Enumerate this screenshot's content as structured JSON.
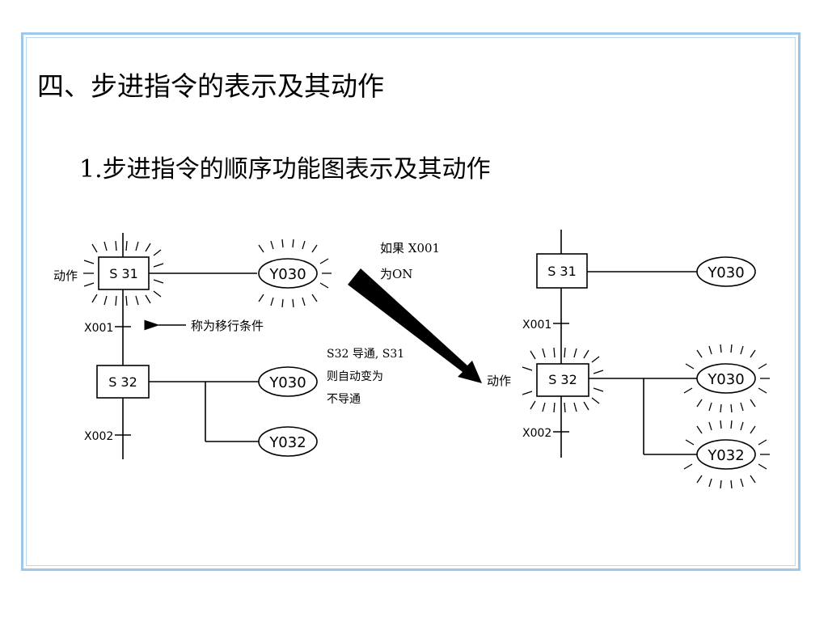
{
  "slide": {
    "title": "四、步进指令的表示及其动作",
    "subtitle": "1.步进指令的顺序功能图表示及其动作"
  },
  "diagram": {
    "left": {
      "action_label": "动作",
      "step1": "S 31",
      "step2": "S 32",
      "out1": "Y030",
      "out2": "Y030",
      "out3": "Y032",
      "cond1": "X001",
      "cond2": "X002",
      "cond_note": "称为移行条件"
    },
    "arrow_note": {
      "line1": "如果 X001",
      "line2": "为ON"
    },
    "transfer_note": {
      "line1": "S32 导通, S31",
      "line2": "则自动变为",
      "line3": "不导通"
    },
    "right": {
      "action_label": "动作",
      "step1": "S 31",
      "step2": "S 32",
      "out1": "Y030",
      "out2": "Y030",
      "out3": "Y032",
      "cond1": "X001",
      "cond2": "X002"
    },
    "colors": {
      "frame_border": "#9ec7ec",
      "ink": "#000000"
    }
  }
}
